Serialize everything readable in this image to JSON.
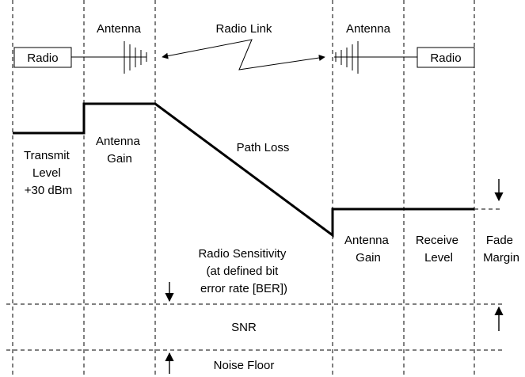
{
  "labels": {
    "antenna_left": "Antenna",
    "radio_link": "Radio Link",
    "antenna_right": "Antenna",
    "radio_left": "Radio",
    "radio_right": "Radio",
    "transmit_level": [
      "Transmit",
      "Level",
      "+30 dBm"
    ],
    "antenna_gain_left": [
      "Antenna",
      "Gain"
    ],
    "path_loss": "Path Loss",
    "antenna_gain_right": [
      "Antenna",
      "Gain"
    ],
    "receive_level": [
      "Receive",
      "Level"
    ],
    "fade_margin": [
      "Fade",
      "Margin"
    ],
    "radio_sensitivity": [
      "Radio Sensitivity",
      "(at defined bit",
      "error rate [BER])"
    ],
    "snr": "SNR",
    "noise_floor": "Noise Floor"
  },
  "colors": {
    "line": "#000000",
    "background": "#ffffff"
  }
}
